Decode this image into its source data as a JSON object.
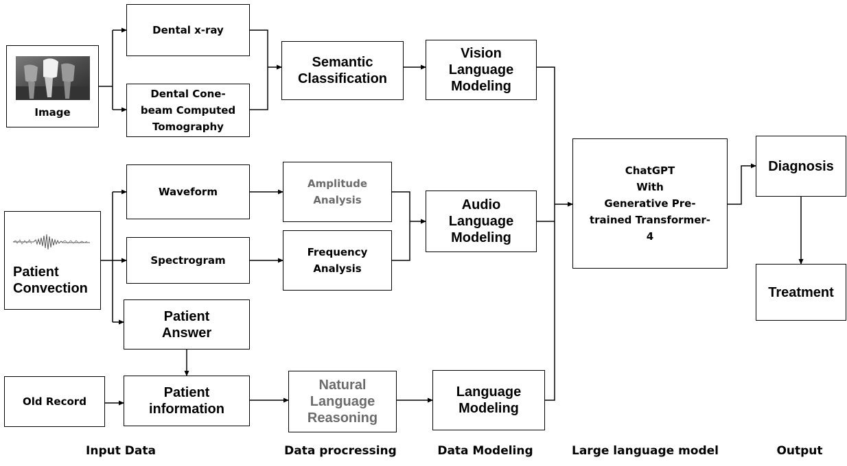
{
  "boxes": {
    "image_input": {
      "label": "Image"
    },
    "dental_xray": {
      "label": "Dental x-ray"
    },
    "dental_cbct": {
      "label": "Dental Cone-\nbeam Computed\nTomography"
    },
    "semantic_classification": {
      "label": "Semantic\nClassification"
    },
    "vision_language_modeling": {
      "label": "Vision\nLanguage\nModeling"
    },
    "waveform": {
      "label": "Waveform"
    },
    "spectrogram": {
      "label": "Spectrogram"
    },
    "amplitude_analysis": {
      "label": "Amplitude\nAnalysis"
    },
    "frequency_analysis": {
      "label": "Frequency\nAnalysis"
    },
    "audio_language_modeling": {
      "label": "Audio\nLanguage\nModeling"
    },
    "patient_convection": {
      "label": "Patient\nConvection"
    },
    "patient_answer": {
      "label": "Patient\nAnswer"
    },
    "old_record": {
      "label": "Old Record"
    },
    "patient_information": {
      "label": "Patient\ninformation"
    },
    "natural_language_reasoning": {
      "label": "Natural\nLanguage\nReasoning"
    },
    "language_modeling": {
      "label": "Language\nModeling"
    },
    "chatgpt": {
      "label": "ChatGPT\nWith\nGenerative Pre-\ntrained Transformer-\n4"
    },
    "diagnosis": {
      "label": "Diagnosis"
    },
    "treatment": {
      "label": "Treatment"
    }
  },
  "columns": {
    "input": "Input Data",
    "processing": "Data procressing",
    "modeling": "Data Modeling",
    "llm": "Large language model",
    "output": "Output"
  }
}
